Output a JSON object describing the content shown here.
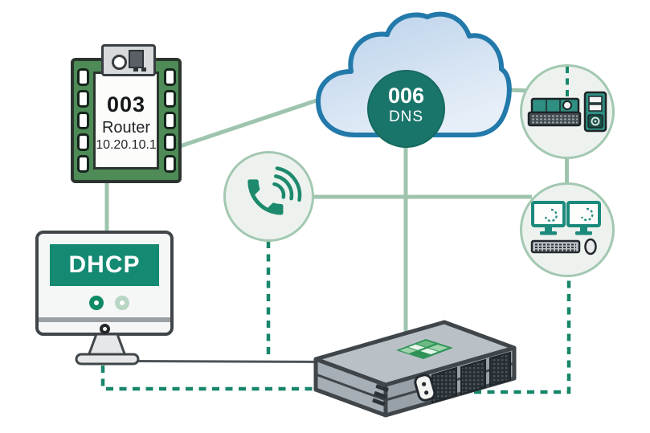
{
  "nodes": {
    "router": {
      "code": "003",
      "name": "Router",
      "ip": "10.20.10.1"
    },
    "dns": {
      "code": "006",
      "name": "DNS"
    },
    "dhcp": {
      "label": "DHCP"
    }
  },
  "icons": {
    "router": "dhcp-option-chip-icon",
    "dns": "internet-cloud-icon",
    "servers": "server-and-tower-pc-icon",
    "phone": "voip-phone-icon",
    "workstations": "dual-monitor-workstation-icon",
    "dhcp": "monitor-icon",
    "switch": "network-switch-icon"
  },
  "colors": {
    "line_solid": "#9ec4ae",
    "line_dashed": "#17866b",
    "cable": "#4e5358",
    "dns_badge": "#19756a",
    "dhcp_screen": "#148a72",
    "icon_teal": "#1d8a6d",
    "cloud_border": "#2279aa",
    "cloud_fill_top": "#b9d0ea",
    "cloud_fill_bottom": "#e6eff8",
    "chip_green": "#4e8b57",
    "circle_fill": "#eef2ef",
    "circle_border": "#a3c8b1",
    "outline_dark": "#3f4549",
    "switch_top": "#b9c1c7",
    "switch_left": "#a6afb5",
    "switch_right": "#98a1a8",
    "label_green": "#2f9358"
  }
}
